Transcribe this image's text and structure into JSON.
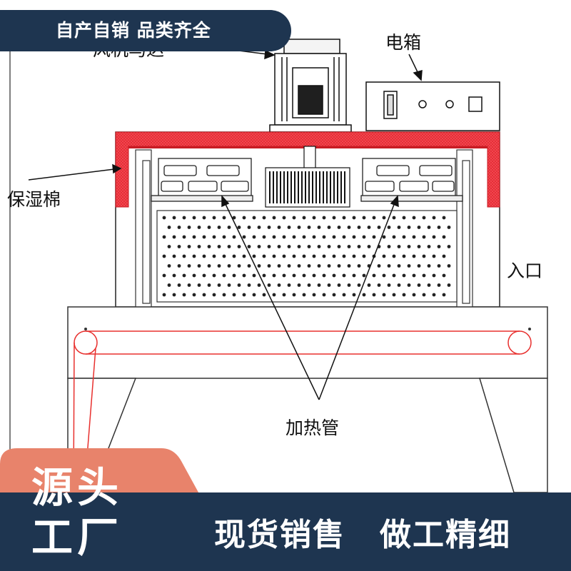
{
  "banner": {
    "text": "自产自销 品类齐全"
  },
  "labels": {
    "fan_motor": "风机马达",
    "control_box": "电箱",
    "insulation": "保湿棉",
    "entrance": "入口",
    "heating_tube": "加热管"
  },
  "badge": {
    "line1": "源头",
    "line2": "工厂"
  },
  "slogans": [
    "现货销售",
    "做工精细"
  ],
  "colors": {
    "navy": "#1e3550",
    "badge_orange": "#e8836b",
    "insulation_red": "#f0303a",
    "conveyor_red": "#e8302e"
  }
}
